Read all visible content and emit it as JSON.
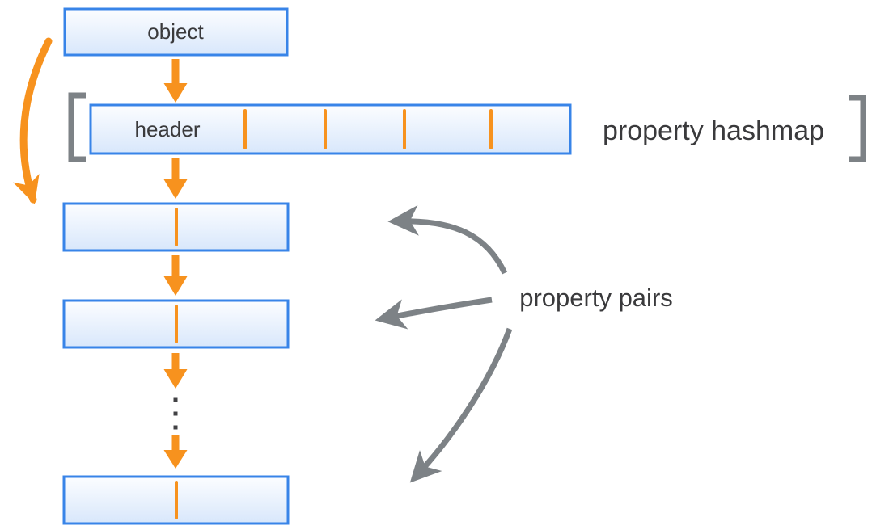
{
  "labels": {
    "object": "object",
    "header": "header",
    "hashmap_caption": "property hashmap",
    "pairs_caption": "property pairs"
  },
  "structure": {
    "hashmap_slot_count": 5,
    "hashmap_divider_count": 4,
    "visible_property_pair_boxes": 3,
    "pair_cells_per_box": 2,
    "continuation_ellipsis_dots": 3
  },
  "colors": {
    "accent_orange": "#F7921E",
    "box_border_blue": "#3884E8",
    "box_fill_top": "#FCFDFF",
    "box_fill_bottom": "#D8E7FB",
    "annotation_gray": "#7D8286",
    "text_dark": "#3A3A3C",
    "ellipsis_dot": "#414144"
  }
}
